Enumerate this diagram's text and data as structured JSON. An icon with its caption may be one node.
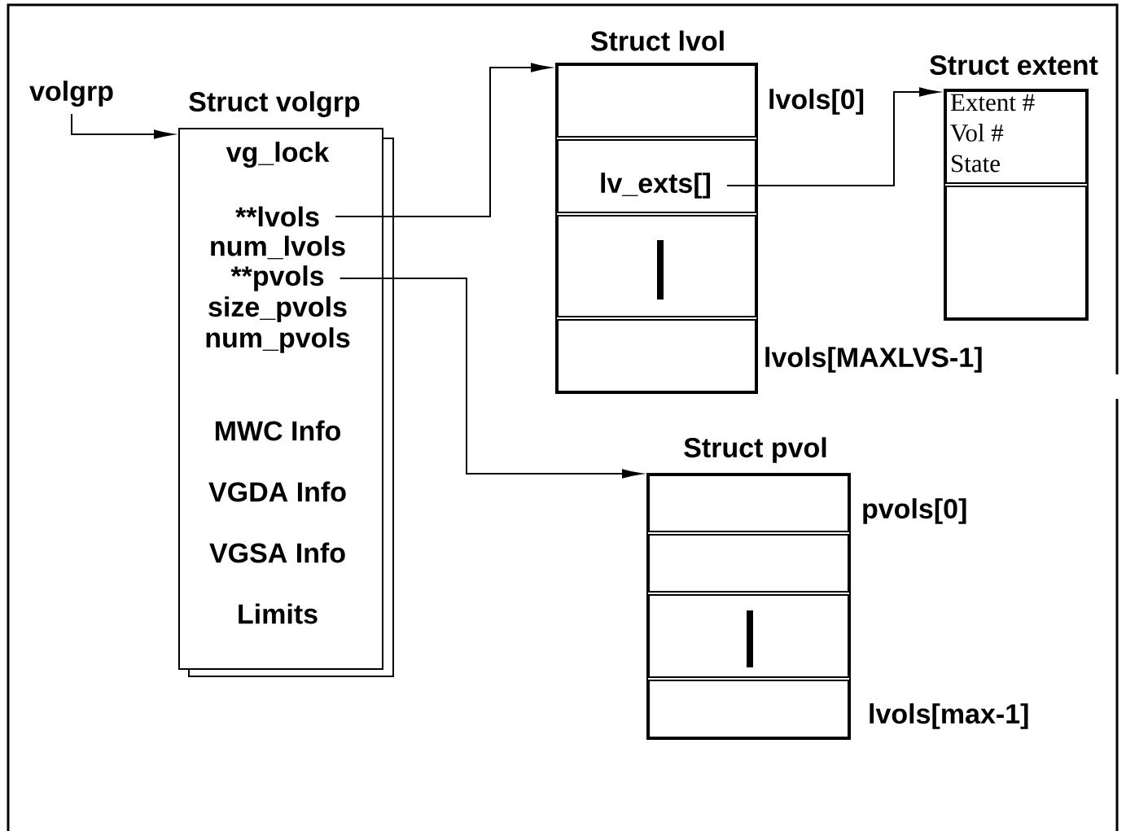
{
  "diagram": {
    "nodes": [
      {
        "text": [
          "volgrp"
        ]
      },
      {
        "text": [
          "Struct volgrp"
        ]
      },
      {
        "text": [
          "vg_lock"
        ],
        "in": 1
      },
      {
        "text": [
          "**lvols"
        ],
        "in": 1
      },
      {
        "text": [
          "num_lvols"
        ],
        "in": 1
      },
      {
        "text": [
          "**pvols"
        ],
        "in": 1
      },
      {
        "text": [
          "size_pvols"
        ],
        "in": 1
      },
      {
        "text": [
          "num_pvols"
        ],
        "in": 1
      },
      {
        "text": [
          "MWC Info"
        ],
        "in": 1
      },
      {
        "text": [
          "VGDA Info"
        ],
        "in": 1
      },
      {
        "text": [
          "VGSA Info"
        ],
        "in": 1
      },
      {
        "text": [
          "Limits"
        ],
        "in": 1
      },
      {
        "text": [
          "Struct lvol"
        ]
      },
      {
        "text": [],
        "shape": "box",
        "in": 12,
        "beside": [
          "lvols[0]"
        ]
      },
      {
        "text": [
          "lv_exts[]"
        ],
        "in": 12
      },
      {
        "text": [],
        "shape": "box",
        "in": 12
      },
      {
        "text": [],
        "shape": "box",
        "in": 12,
        "beside": [
          "lvols[MAXLVS-1]"
        ]
      },
      {
        "text": [
          "Struct extent"
        ]
      },
      {
        "text": [
          "Extent #",
          "Vol #",
          "State"
        ],
        "in": 17
      },
      {
        "text": [],
        "shape": "box",
        "in": 17
      },
      {
        "text": [
          "Struct pvol"
        ]
      },
      {
        "text": [],
        "shape": "box",
        "in": 20,
        "beside": [
          "pvols[0]"
        ]
      },
      {
        "text": [],
        "shape": "box",
        "in": 20
      },
      {
        "text": [],
        "shape": "box",
        "in": 20
      },
      {
        "text": [],
        "shape": "box",
        "in": 20,
        "beside": [
          "lvols[max-1]"
        ]
      }
    ],
    "edges": [
      {
        "from": 0,
        "to": 1,
        "arrow": "to"
      },
      {
        "from": 3,
        "to": 12,
        "arrow": "to"
      },
      {
        "from": 14,
        "to": 17,
        "arrow": "to"
      },
      {
        "from": 5,
        "to": 20,
        "arrow": "to"
      }
    ]
  }
}
